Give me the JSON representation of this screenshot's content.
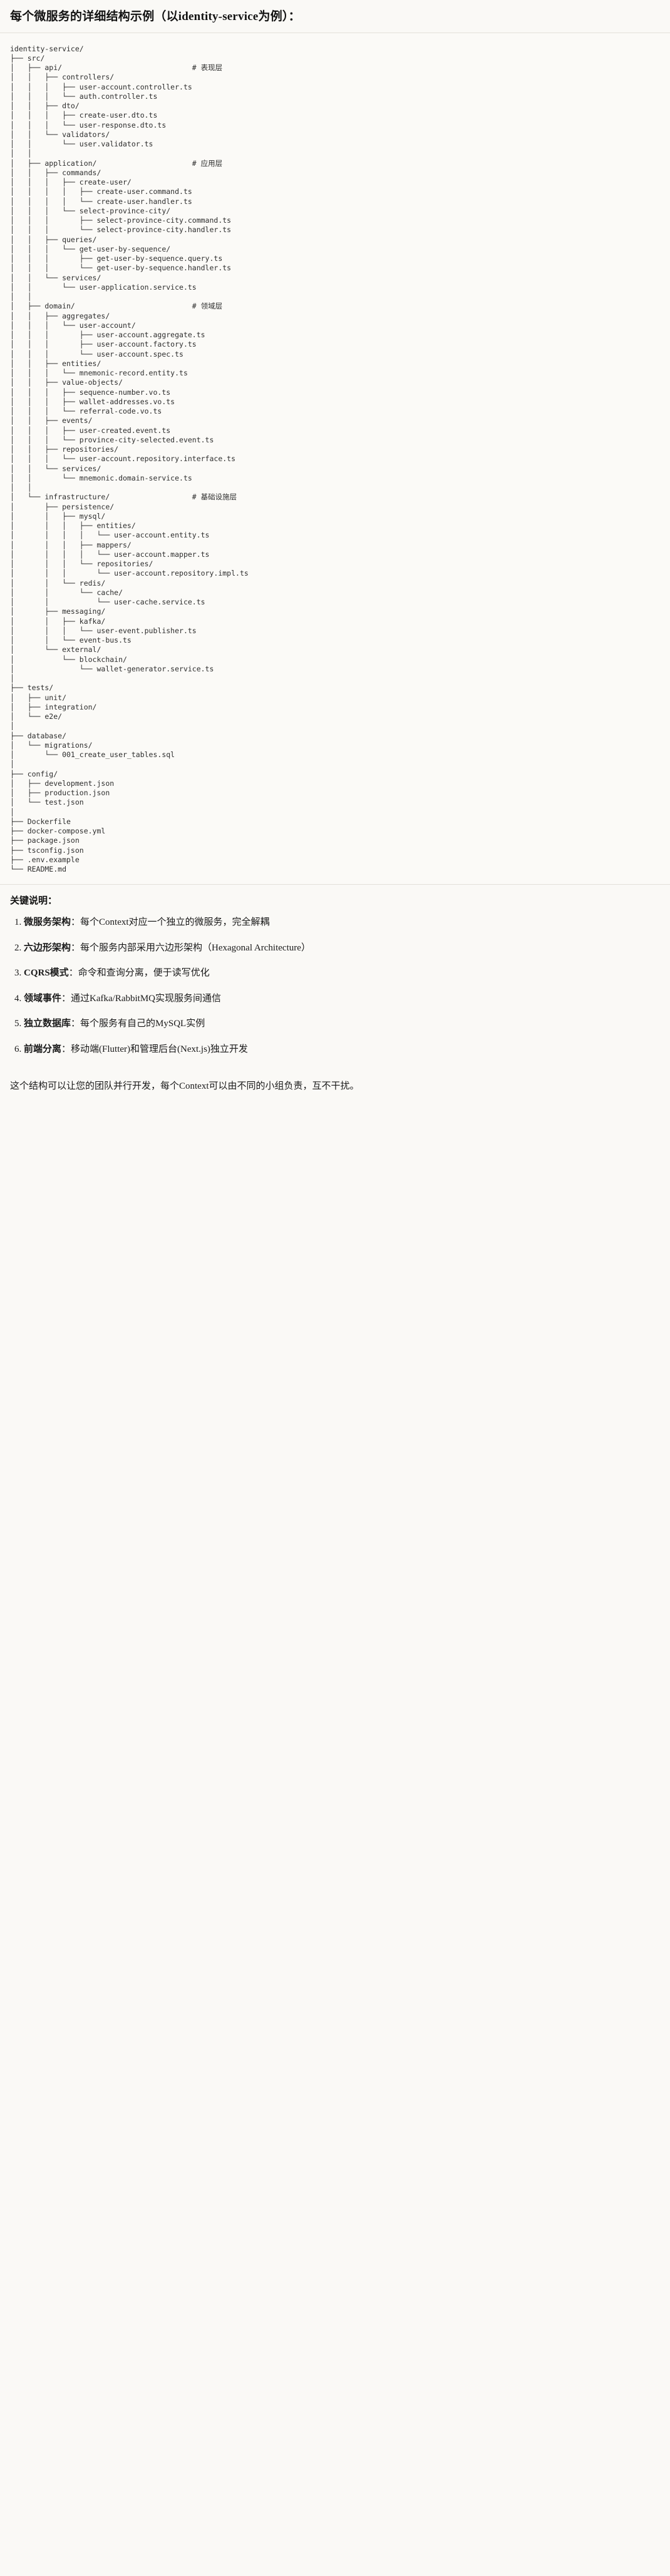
{
  "header": {
    "title": "每个微服务的详细结构示例（以identity-service为例）："
  },
  "tree": {
    "root": "identity-service/",
    "text": "identity-service/\n├── src/\n│   ├── api/                              # 表现层\n│   │   ├── controllers/\n│   │   │   ├── user-account.controller.ts\n│   │   │   └── auth.controller.ts\n│   │   ├── dto/\n│   │   │   ├── create-user.dto.ts\n│   │   │   └── user-response.dto.ts\n│   │   └── validators/\n│   │       └── user.validator.ts\n│   │\n│   ├── application/                      # 应用层\n│   │   ├── commands/\n│   │   │   ├── create-user/\n│   │   │   │   ├── create-user.command.ts\n│   │   │   │   └── create-user.handler.ts\n│   │   │   └── select-province-city/\n│   │   │       ├── select-province-city.command.ts\n│   │   │       └── select-province-city.handler.ts\n│   │   ├── queries/\n│   │   │   └── get-user-by-sequence/\n│   │   │       ├── get-user-by-sequence.query.ts\n│   │   │       └── get-user-by-sequence.handler.ts\n│   │   └── services/\n│   │       └── user-application.service.ts\n│   │\n│   ├── domain/                           # 领域层\n│   │   ├── aggregates/\n│   │   │   └── user-account/\n│   │   │       ├── user-account.aggregate.ts\n│   │   │       ├── user-account.factory.ts\n│   │   │       └── user-account.spec.ts\n│   │   ├── entities/\n│   │   │   └── mnemonic-record.entity.ts\n│   │   ├── value-objects/\n│   │   │   ├── sequence-number.vo.ts\n│   │   │   ├── wallet-addresses.vo.ts\n│   │   │   └── referral-code.vo.ts\n│   │   ├── events/\n│   │   │   ├── user-created.event.ts\n│   │   │   └── province-city-selected.event.ts\n│   │   ├── repositories/\n│   │   │   └── user-account.repository.interface.ts\n│   │   └── services/\n│   │       └── mnemonic.domain-service.ts\n│   │\n│   └── infrastructure/                   # 基础设施层\n│       ├── persistence/\n│       │   ├── mysql/\n│       │   │   ├── entities/\n│       │   │   │   └── user-account.entity.ts\n│       │   │   ├── mappers/\n│       │   │   │   └── user-account.mapper.ts\n│       │   │   └── repositories/\n│       │   │       └── user-account.repository.impl.ts\n│       │   └── redis/\n│       │       └── cache/\n│       │           └── user-cache.service.ts\n│       ├── messaging/\n│       │   ├── kafka/\n│       │   │   └── user-event.publisher.ts\n│       │   └── event-bus.ts\n│       └── external/\n│           └── blockchain/\n│               └── wallet-generator.service.ts\n│\n├── tests/\n│   ├── unit/\n│   ├── integration/\n│   └── e2e/\n│\n├── database/\n│   └── migrations/\n│       └── 001_create_user_tables.sql\n│\n├── config/\n│   ├── development.json\n│   ├── production.json\n│   └── test.json\n│\n├── Dockerfile\n├── docker-compose.yml\n├── package.json\n├── tsconfig.json\n├── .env.example\n└── README.md"
  },
  "notes": {
    "title": "关键说明：",
    "items": [
      {
        "term": "微服务架构",
        "sep": "：",
        "desc": "每个Context对应一个独立的微服务，完全解耦"
      },
      {
        "term": "六边形架构",
        "sep": "：",
        "desc": "每个服务内部采用六边形架构（Hexagonal Architecture）"
      },
      {
        "term": "CQRS模式",
        "sep": "：",
        "desc": "命令和查询分离，便于读写优化"
      },
      {
        "term": "领域事件",
        "sep": "：",
        "desc": "通过Kafka/RabbitMQ实现服务间通信"
      },
      {
        "term": "独立数据库",
        "sep": "：",
        "desc": "每个服务有自己的MySQL实例"
      },
      {
        "term": "前端分离",
        "sep": "：",
        "desc": "移动端(Flutter)和管理后台(Next.js)独立开发"
      }
    ],
    "closing": "这个结构可以让您的团队并行开发，每个Context可以由不同的小组负责，互不干扰。"
  },
  "colors": {
    "background": "#faf9f6",
    "text": "#1a1a1a",
    "code_text": "#2d2d2d",
    "rule": "#e3e1da"
  }
}
